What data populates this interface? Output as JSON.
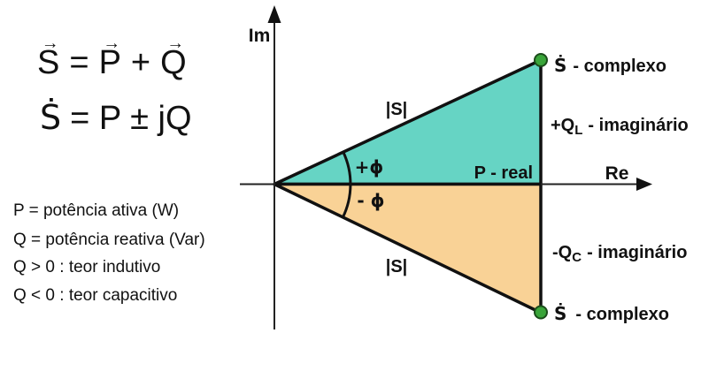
{
  "equations": {
    "vector_arrow": "→",
    "eq1": {
      "s": "S",
      "eq": "=",
      "p": "P",
      "plus": "+",
      "q": "Q"
    },
    "eq2": {
      "s_dotted": "Ṡ",
      "rest": "= P ± jQ"
    }
  },
  "definitions": {
    "line1": "P = potência ativa (W)",
    "line2": "Q = potência reativa (Var)",
    "line3": "Q > 0 : teor indutivo",
    "line4": "Q < 0 : teor capacitivo"
  },
  "diagram": {
    "axes": {
      "im_label": "Im",
      "re_label": "Re"
    },
    "magnitude_top": "|S|",
    "magnitude_bottom": "|S|",
    "angle_plus": "+ϕ",
    "angle_minus": "- ϕ",
    "p_real_label": "P - real",
    "s_complex_top": {
      "s": "Ṡ",
      "rest": "- complexo"
    },
    "s_complex_bottom": {
      "s": "Ṡ",
      "rest": "- complexo"
    },
    "q_inductive": {
      "pre": "+Q",
      "sub": "L",
      "post": "- imaginário"
    },
    "q_capacitive": {
      "pre": "-Q",
      "sub": "C",
      "post": "- imaginário"
    },
    "colors": {
      "inductive_fill": "#66D4C4",
      "capacitive_fill": "#F9D296",
      "point_fill": "#3AA53A",
      "point_stroke": "#1B4D1B",
      "line": "#111111"
    }
  }
}
